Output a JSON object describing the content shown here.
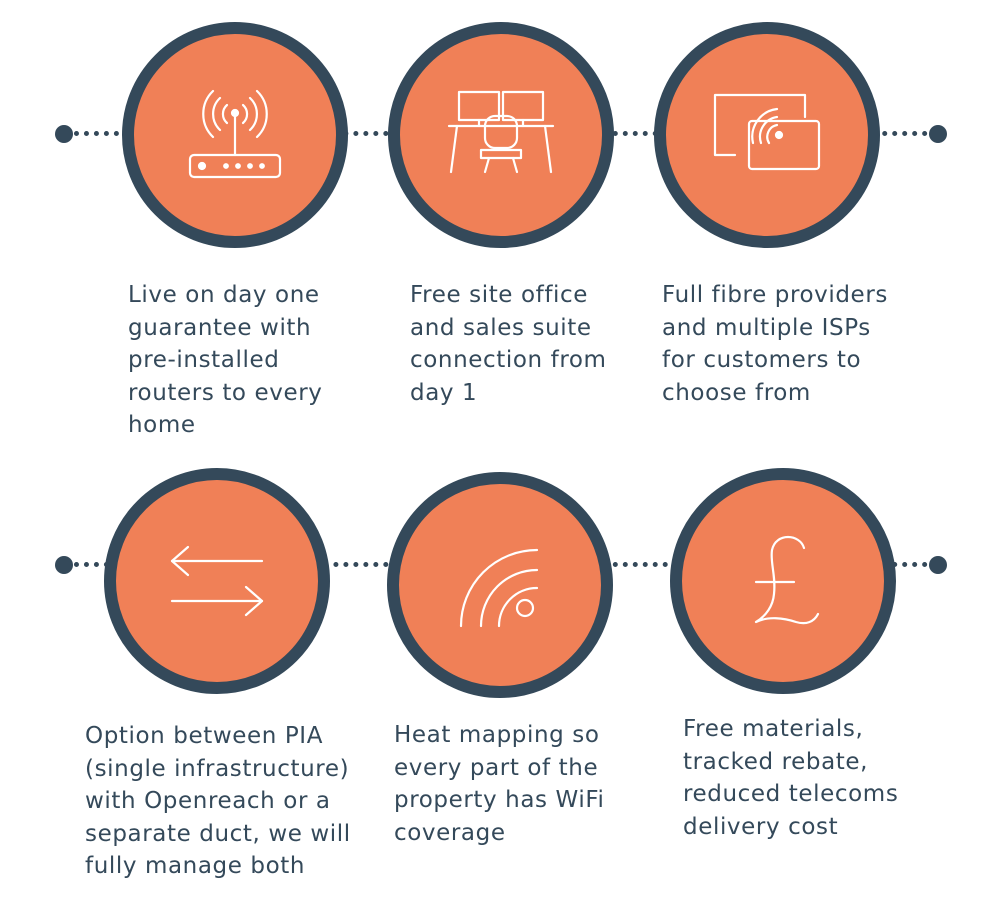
{
  "colors": {
    "accent": "#f08057",
    "dark": "#34495a",
    "text": "#34495a"
  },
  "rows": [
    {
      "items": [
        {
          "icon": "wifi-router-icon",
          "lines": [
            "Live on day one",
            "guarantee with",
            "pre-installed",
            "routers to every",
            "home"
          ]
        },
        {
          "icon": "office-desk-icon",
          "lines": [
            "Free site office",
            "and sales suite",
            "connection from",
            "day 1"
          ]
        },
        {
          "icon": "screen-cast-icon",
          "lines": [
            "Full fibre providers",
            "and multiple ISPs",
            "for customers to",
            "choose from"
          ]
        }
      ]
    },
    {
      "items": [
        {
          "icon": "two-way-arrows-icon",
          "lines": [
            "Option between PIA",
            "(single infrastructure)",
            "with Openreach or a",
            "separate duct, we will",
            "fully manage both"
          ]
        },
        {
          "icon": "wifi-signal-icon",
          "lines": [
            "Heat mapping so",
            "every part of the",
            "property has WiFi",
            "coverage"
          ]
        },
        {
          "icon": "pound-sign-icon",
          "lines": [
            "Free materials,",
            "tracked rebate,",
            "reduced telecoms",
            "delivery cost"
          ]
        }
      ]
    }
  ]
}
